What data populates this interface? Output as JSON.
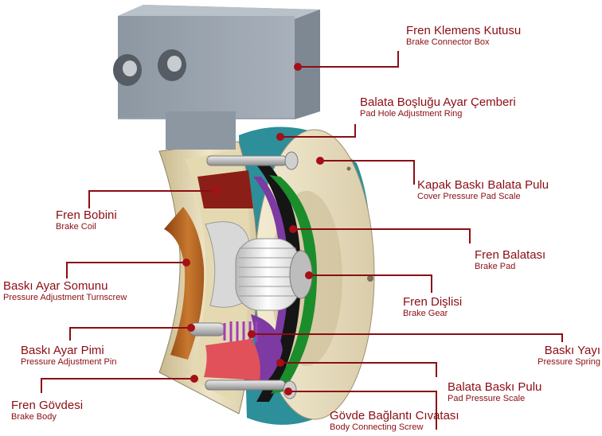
{
  "diagram": {
    "colors": {
      "label": "#8b0d14",
      "leader": "#8b0d14",
      "dot": "#a50f16"
    },
    "labels": [
      {
        "id": "fren-klemens-kutusu",
        "tr": "Fren Klemens Kutusu",
        "en": "Brake Connector Box"
      },
      {
        "id": "balata-boslugu",
        "tr": "Balata Boşluğu Ayar Çemberi",
        "en": "Pad Hole Adjustment Ring"
      },
      {
        "id": "kapak-baski",
        "tr": "Kapak Baskı Balata Pulu",
        "en": "Cover Pressure Pad Scale"
      },
      {
        "id": "fren-bobini",
        "tr": "Fren Bobini",
        "en": "Brake Coil"
      },
      {
        "id": "fren-balatasi",
        "tr": "Fren Balatası",
        "en": "Brake Pad"
      },
      {
        "id": "baski-ayar-somunu",
        "tr": "Baskı Ayar Somunu",
        "en": "Pressure Adjustment Turnscrew"
      },
      {
        "id": "fren-dislisi",
        "tr": "Fren Dişlisi",
        "en": "Brake Gear"
      },
      {
        "id": "baski-ayar-pimi",
        "tr": "Baskı Ayar Pimi",
        "en": "Pressure Adjustment Pin"
      },
      {
        "id": "baski-yayi",
        "tr": "Baskı Yayı",
        "en": "Pressure Spring"
      },
      {
        "id": "balata-baski-pulu",
        "tr": "Balata Baskı Pulu",
        "en": "Pad Pressure Scale"
      },
      {
        "id": "fren-govdesi",
        "tr": "Fren Gövdesi",
        "en": "Brake Body"
      },
      {
        "id": "govde-baglanti",
        "tr": "Gövde Bağlantı Cıvatası",
        "en": "Body Connecting Screw"
      }
    ]
  }
}
